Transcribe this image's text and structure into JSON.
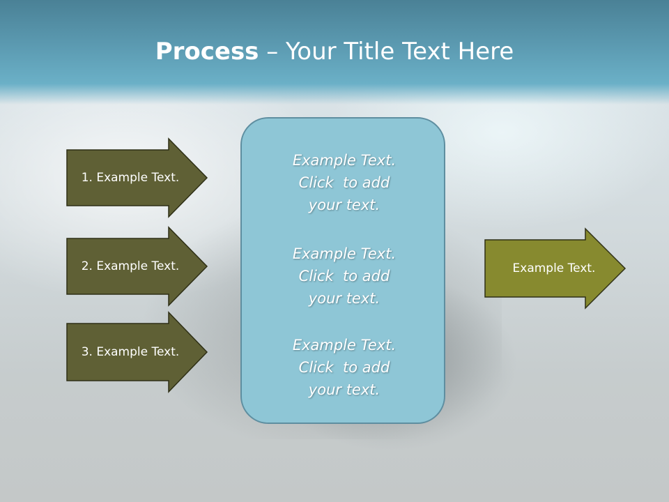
{
  "title": {
    "bold": "Process",
    "rest": " – Your Title Text Here"
  },
  "left_arrows": [
    {
      "label": "1. Example Text."
    },
    {
      "label": "2. Example Text."
    },
    {
      "label": "3. Example Text."
    }
  ],
  "center_box": {
    "items": [
      {
        "line1": "Example Text.",
        "line2": "Click  to add",
        "line3": "your text."
      },
      {
        "line1": "Example Text.",
        "line2": "Click  to add",
        "line3": "your text."
      },
      {
        "line1": "Example Text.",
        "line2": "Click  to add",
        "line3": "your text."
      }
    ]
  },
  "right_arrow": {
    "label": "Example Text."
  },
  "colors": {
    "left_arrow_fill": "#5f6035",
    "right_arrow_fill": "#878a2f",
    "arrow_stroke": "#2e2f16",
    "center_fill": "#8ec6d6",
    "header": "#5c9bb2"
  }
}
